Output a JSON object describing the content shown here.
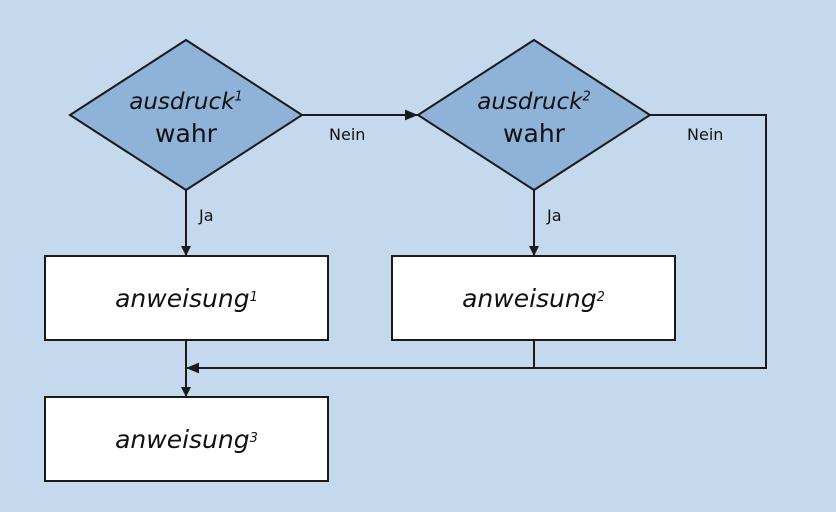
{
  "decision1": {
    "expr": "ausdruck",
    "sup": "1",
    "word": "wahr"
  },
  "decision2": {
    "expr": "ausdruck",
    "sup": "2",
    "word": "wahr"
  },
  "stmt1": {
    "text": "anweisung",
    "sup": "1"
  },
  "stmt2": {
    "text": "anweisung",
    "sup": "2"
  },
  "stmt3": {
    "text": "anweisung",
    "sup": "3"
  },
  "labels": {
    "yes1": "Ja",
    "no1": "Nein",
    "yes2": "Ja",
    "no2": "Nein"
  },
  "colors": {
    "background": "#c5d9ee",
    "diamond": "#8fb2d9",
    "box": "#ffffff",
    "stroke": "#1a1a1a"
  }
}
